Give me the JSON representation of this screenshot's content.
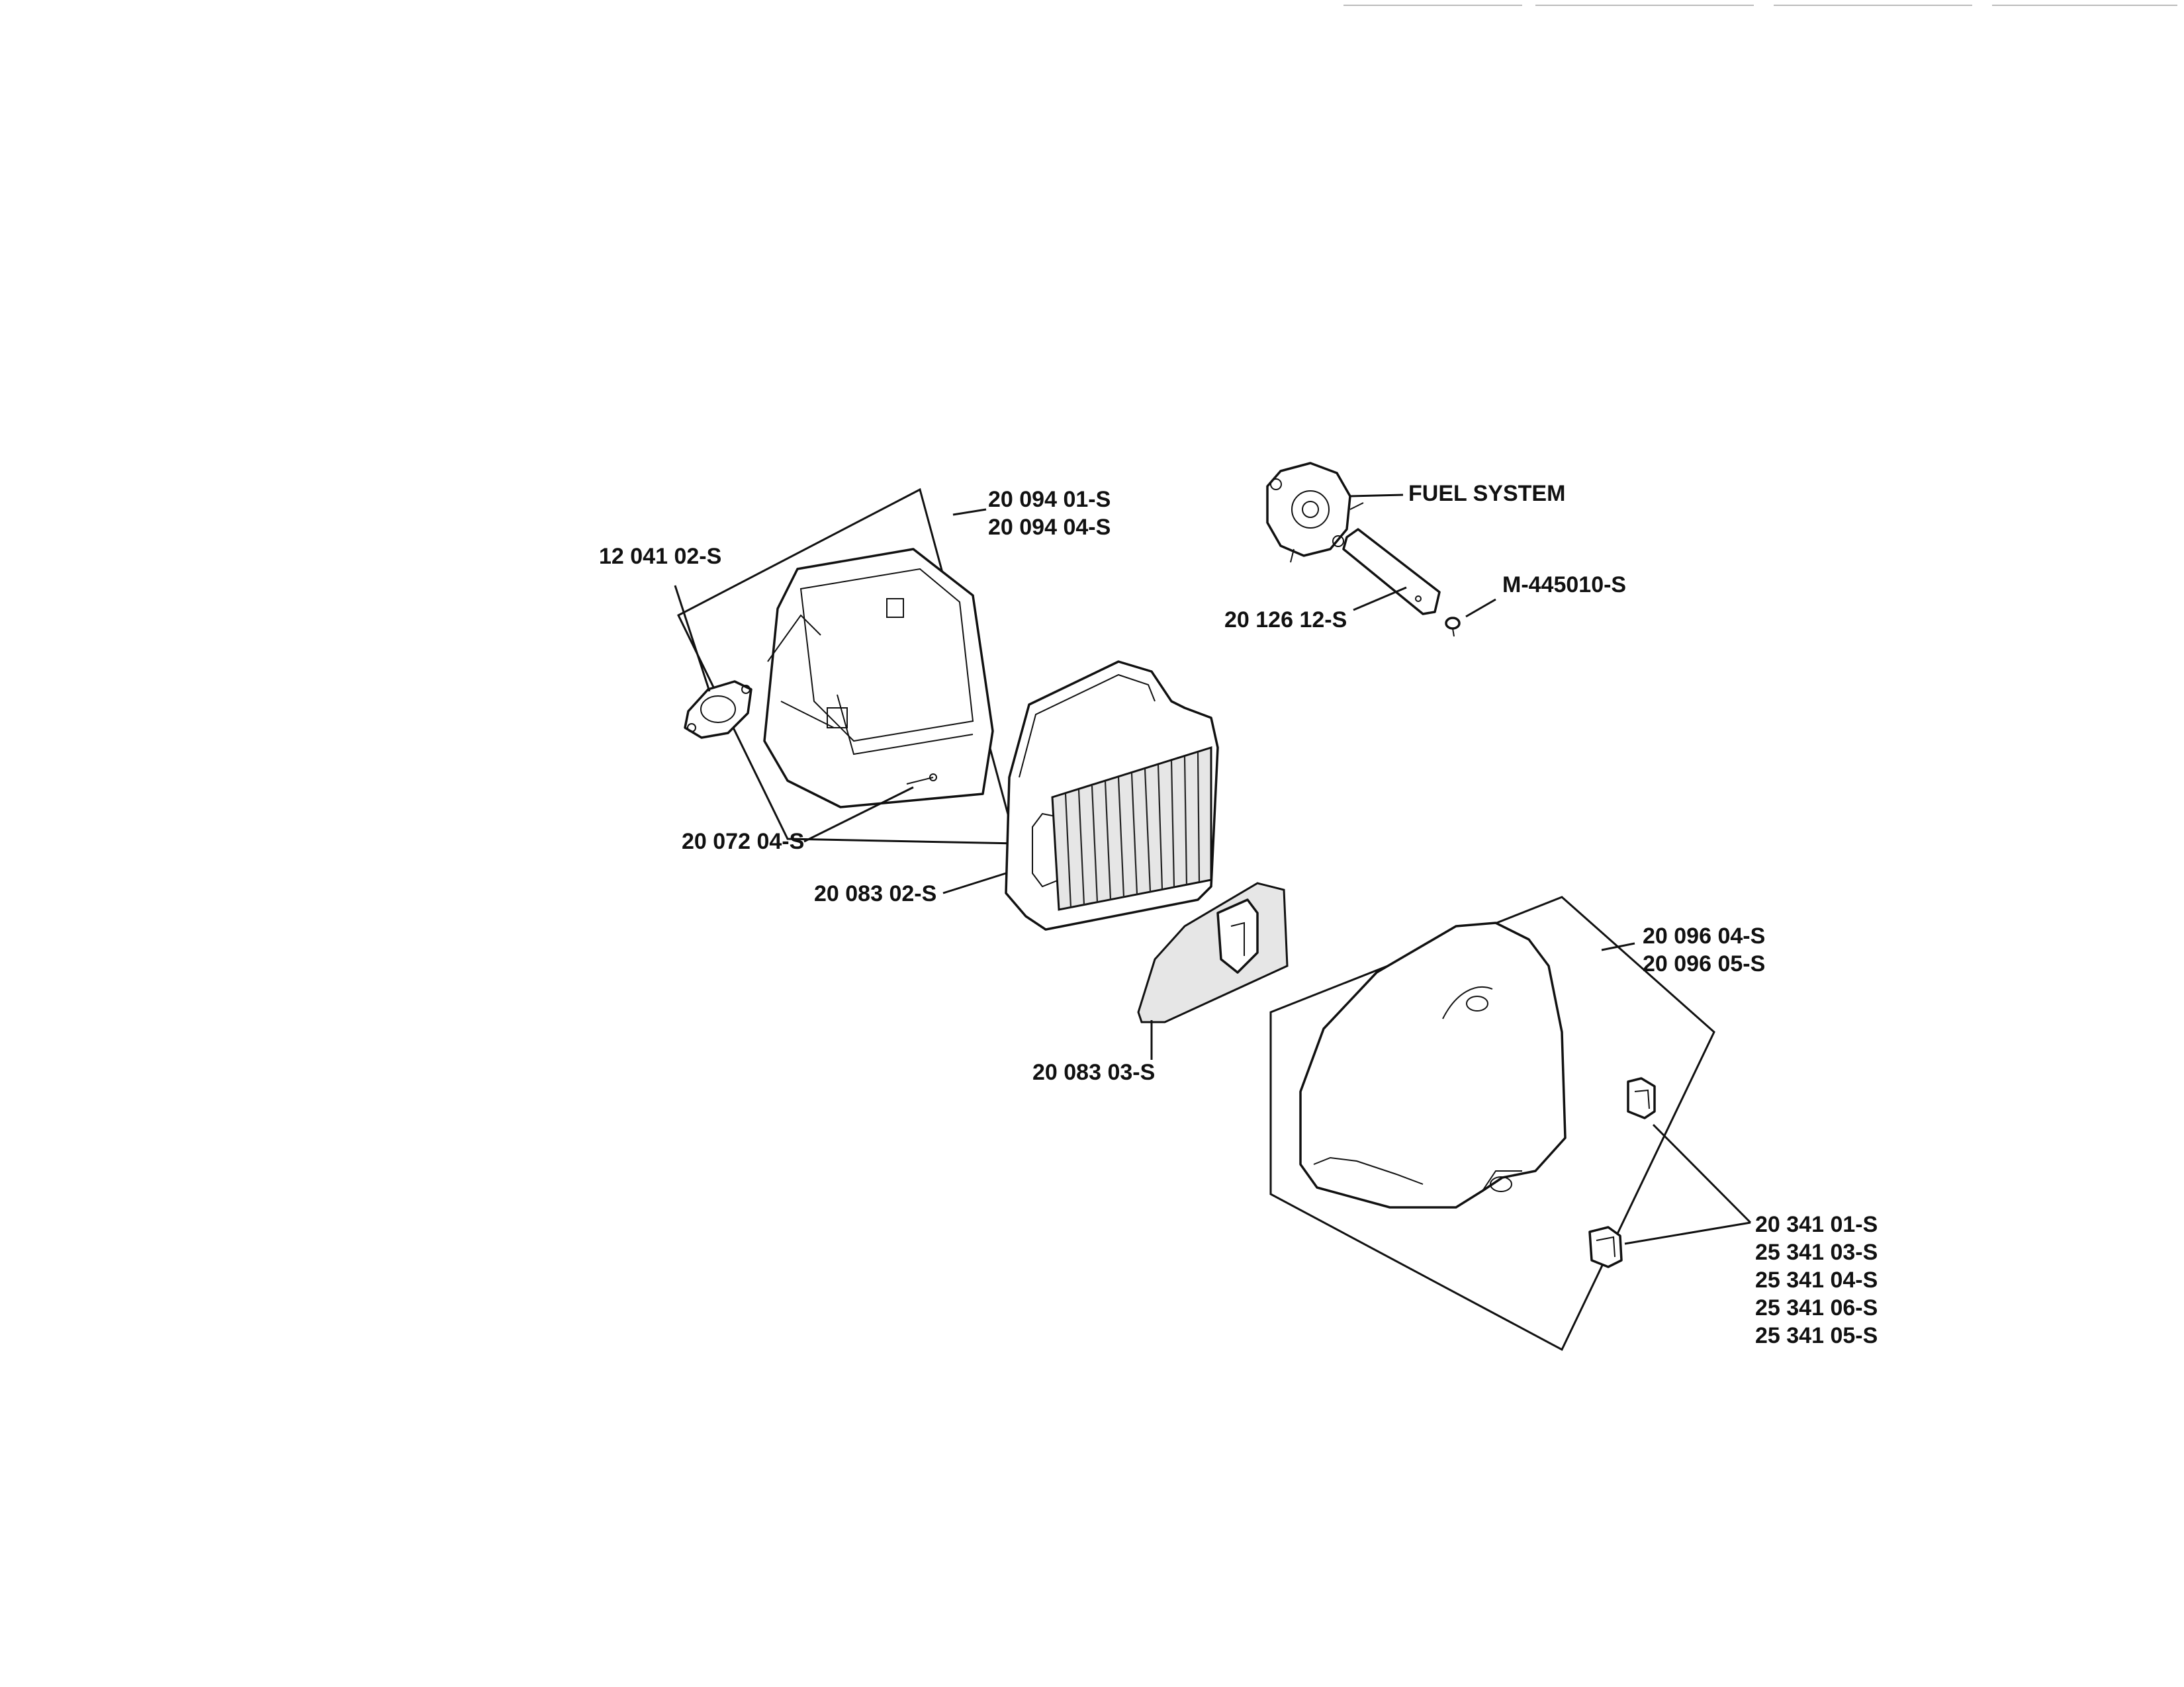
{
  "diagram": {
    "labels": {
      "housing": [
        "20 094 01-S",
        "20 094 04-S"
      ],
      "gasket": "12 041 02-S",
      "stud": "20 072 04-S",
      "filter": "20 083 02-S",
      "prefilter": "20 083 03-S",
      "fuel_system": "FUEL SYSTEM",
      "bracket": "20 126 12-S",
      "screw": "M-445010-S",
      "cover": [
        "20 096 04-S",
        "20 096 05-S"
      ],
      "knob": [
        "20 341 01-S",
        "25 341 03-S",
        "25 341 04-S",
        "25 341 06-S",
        "25 341 05-S"
      ]
    }
  }
}
